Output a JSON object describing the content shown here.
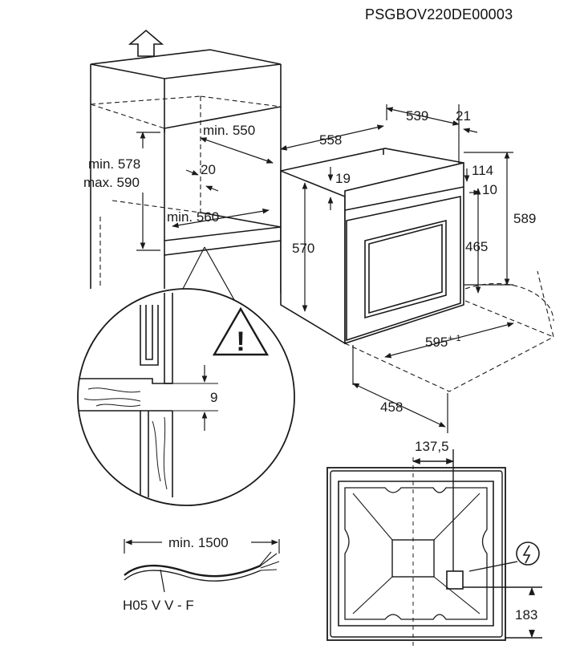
{
  "reference_code": "PSGBOV220DE00003",
  "cabinet": {
    "min_height": "min. 578",
    "max_height": "max. 590",
    "min_depth": "min. 550",
    "top_gap": "20",
    "min_width": "min. 560"
  },
  "oven": {
    "overall_width": "558",
    "body_depth": "539",
    "front_depth": "21",
    "top_offset": "19",
    "height": "570",
    "panel_top": "114",
    "panel_gap": "10",
    "total_height": "589",
    "door_height": "465",
    "door_width": "595",
    "door_width_tolerance": "+-1",
    "open_depth": "458"
  },
  "detail": {
    "gap": "9",
    "warning_symbol": "!"
  },
  "cable": {
    "min_length": "min. 1500",
    "type": "H05 V V - F"
  },
  "rear_view": {
    "offset_x": "137,5",
    "offset_y": "183"
  }
}
